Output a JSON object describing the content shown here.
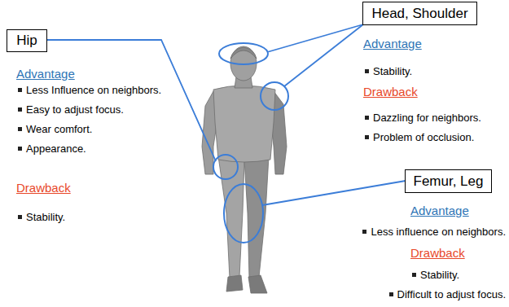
{
  "diagram": {
    "nodes": [
      {
        "text": [
          "Hip"
        ]
      },
      {
        "text": [
          "Head, Shoulder"
        ]
      },
      {
        "text": [
          "Femur, Leg"
        ]
      }
    ],
    "labels": [
      "Advantage",
      "Less Influence on neighbors.",
      "Easy to adjust focus.",
      "Wear comfort.",
      "Appearance.",
      "Drawback",
      "Stability.",
      "Advantage",
      "Stability.",
      "Drawback",
      "Dazzling for neighbors.",
      "Problem of occlusion.",
      "Advantage",
      "Less influence on neighbors.",
      "Drawback",
      "Stability.",
      "Difficult to adjust focus."
    ]
  }
}
